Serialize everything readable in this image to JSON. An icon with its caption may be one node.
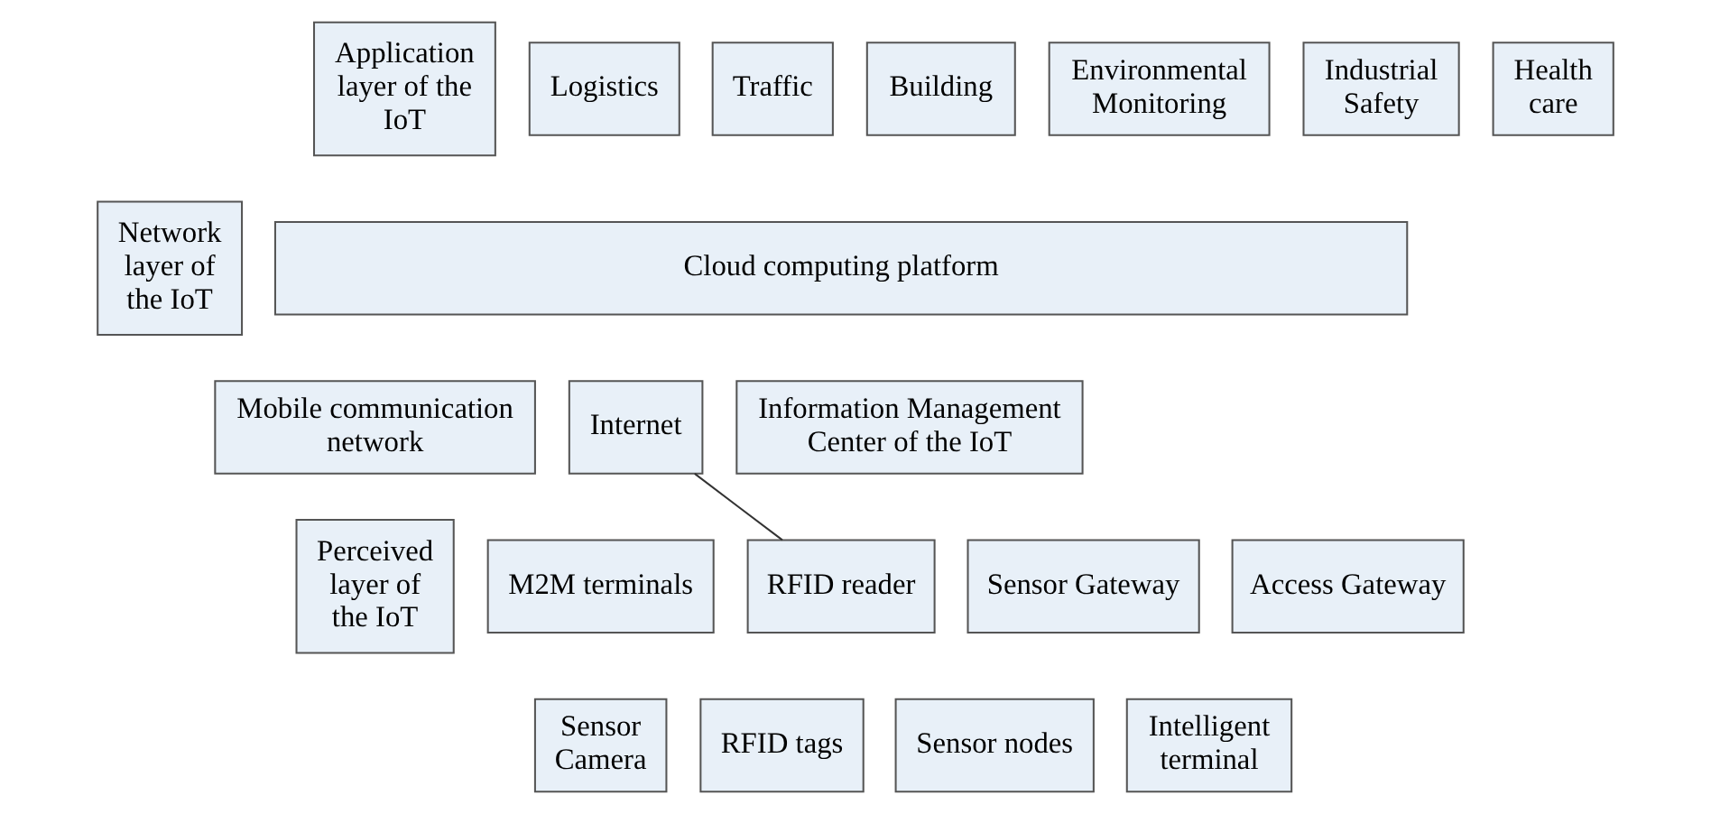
{
  "diagram": {
    "nodes": [
      {
        "text": [
          "Application layer of the IoT"
        ]
      },
      {
        "text": [
          "Logistics"
        ]
      },
      {
        "text": [
          "Traffic"
        ]
      },
      {
        "text": [
          "Building"
        ]
      },
      {
        "text": [
          "Environmental Monitoring"
        ]
      },
      {
        "text": [
          "Industrial Safety"
        ]
      },
      {
        "text": [
          "Health care"
        ]
      },
      {
        "text": [
          "Network layer of the IoT"
        ]
      },
      {
        "text": [
          "Cloud computing platform"
        ]
      },
      {
        "text": [
          "Mobile communication network"
        ]
      },
      {
        "text": [
          "Internet"
        ]
      },
      {
        "text": [
          "Information Management Center of the IoT"
        ]
      },
      {
        "text": [
          "Perceived layer of the IoT"
        ]
      },
      {
        "text": [
          "M2M terminals"
        ]
      },
      {
        "text": [
          "RFID reader"
        ]
      },
      {
        "text": [
          "Sensor Gateway"
        ]
      },
      {
        "text": [
          "Access Gateway"
        ]
      },
      {
        "text": [
          "Sensor Camera"
        ]
      },
      {
        "text": [
          "RFID tags"
        ]
      },
      {
        "text": [
          "Sensor nodes"
        ]
      },
      {
        "text": [
          "Intelligent terminal"
        ]
      }
    ],
    "edges": [
      {
        "from": 10,
        "to": 14,
        "arrow": "none"
      }
    ]
  }
}
